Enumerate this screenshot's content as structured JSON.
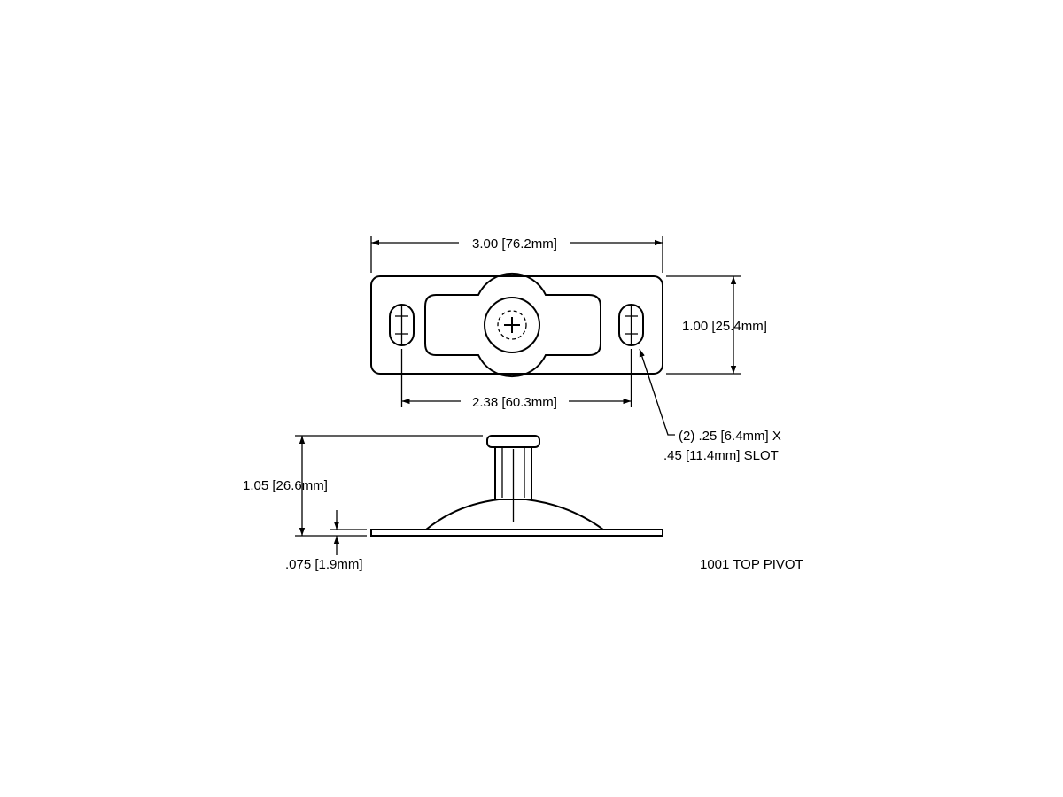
{
  "dimensions": {
    "overall_width": "3.00 [76.2mm]",
    "overall_height": "1.00 [25.4mm]",
    "slot_spacing": "2.38 [60.3mm]",
    "slot_callout_line1": "(2) .25 [6.4mm] X",
    "slot_callout_line2": ".45 [11.4mm] SLOT",
    "pivot_height": "1.05 [26.6mm]",
    "plate_thickness": ".075 [1.9mm]"
  },
  "title": "1001 TOP PIVOT",
  "colors": {
    "line": "#000000",
    "background": "#ffffff"
  }
}
